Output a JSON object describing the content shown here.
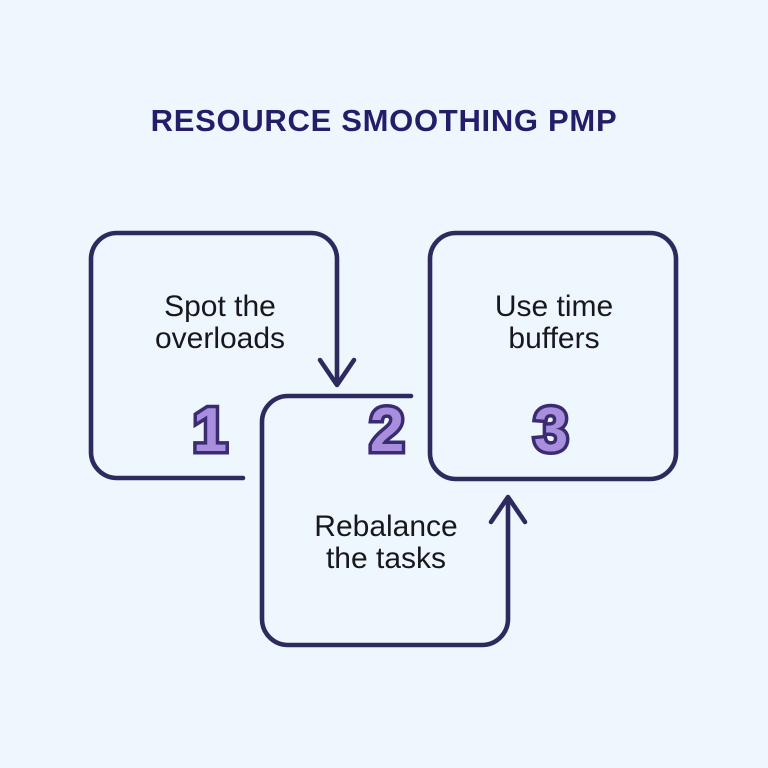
{
  "page": {
    "title": "RESOURCE SMOOTHING PMP",
    "background_color": "#eef7fd",
    "title_color": "#241d68",
    "stroke_color": "#2d2a5e",
    "number_fill_color": "#a78fdd",
    "number_outline_color": "#3b2c72",
    "body_text_color": "#17171c"
  },
  "steps": [
    {
      "number": "1",
      "text": "Spot the\noverloads",
      "box_name": "step-box-1"
    },
    {
      "number": "2",
      "text": "Rebalance\nthe tasks",
      "box_name": "step-box-2"
    },
    {
      "number": "3",
      "text": "Use time\nbuffers",
      "box_name": "step-box-3"
    }
  ],
  "connectors": [
    {
      "name": "arrow-step1-to-step2",
      "direction": "down"
    },
    {
      "name": "arrow-step2-to-step3",
      "direction": "up"
    }
  ]
}
